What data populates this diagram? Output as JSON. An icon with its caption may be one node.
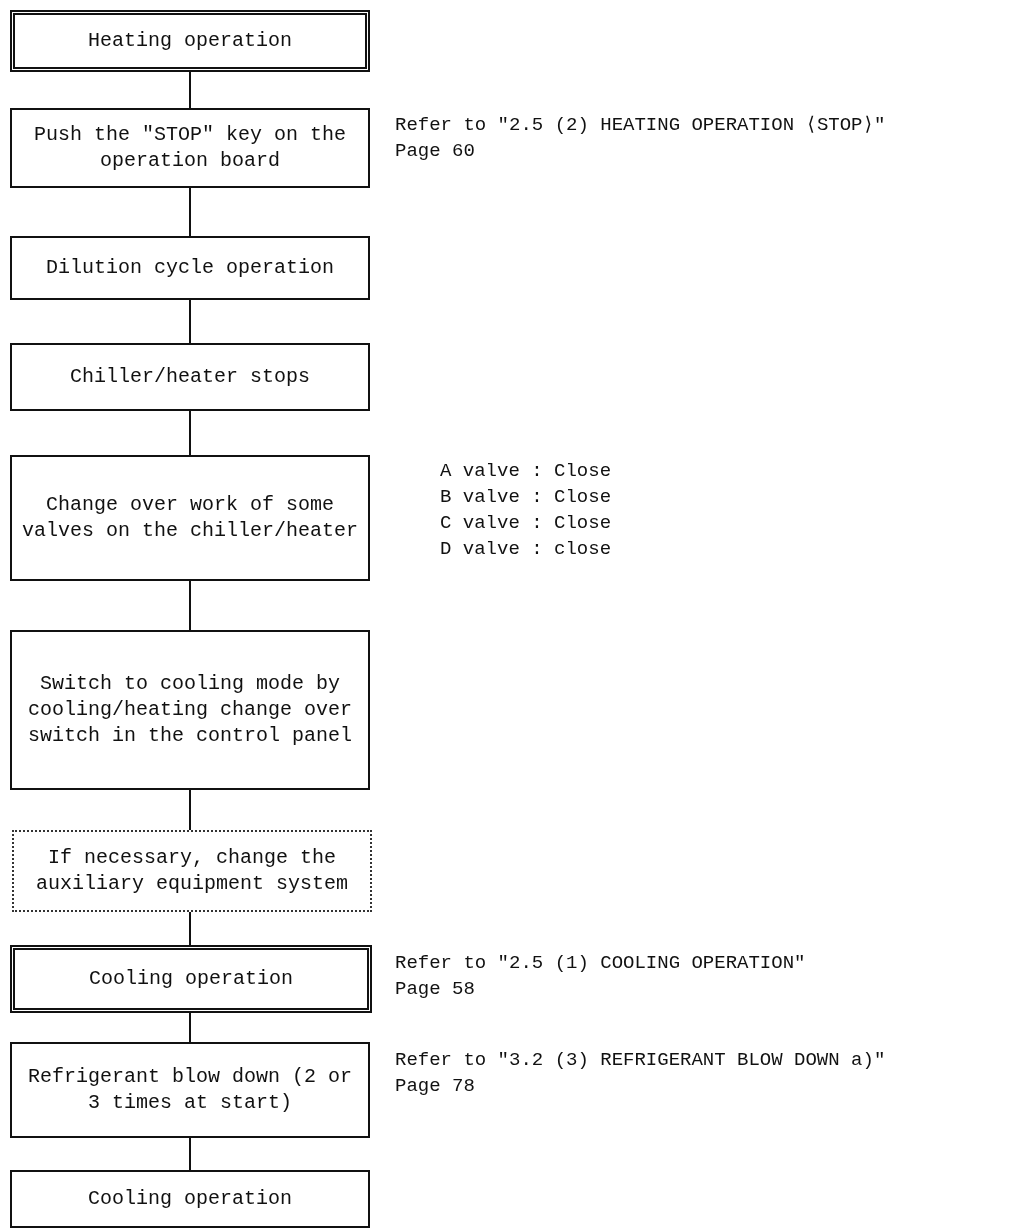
{
  "diagram": {
    "nodes": [
      {
        "text": [
          "Heating operation"
        ]
      },
      {
        "text": [
          "Push the \"STOP\" key on the operation board"
        ],
        "beside": [
          "Refer to \"2.5 (2) HEATING OPERATION ⟨STOP⟩\"",
          "Page 60"
        ]
      },
      {
        "text": [
          "Dilution cycle operation"
        ]
      },
      {
        "text": [
          "Chiller/heater stops"
        ]
      },
      {
        "text": [
          "Change over work of some valves on the chiller/heater"
        ],
        "beside": [
          "A valve : Close",
          "B valve : Close",
          "C valve : Close",
          "D valve : close"
        ]
      },
      {
        "text": [
          "Switch to cooling mode by cooling/heating change over switch in the control panel"
        ]
      },
      {
        "text": [
          "If necessary, change the auxiliary equipment system"
        ]
      },
      {
        "text": [
          "Cooling operation"
        ],
        "beside": [
          "Refer to \"2.5 (1) COOLING OPERATION\"",
          "Page 58"
        ]
      },
      {
        "text": [
          "Refrigerant blow down (2 or 3 times at start)"
        ],
        "beside": [
          "Refer to \"3.2 (3) REFRIGERANT BLOW DOWN a)\"",
          "Page 78"
        ]
      },
      {
        "text": [
          "Cooling operation"
        ]
      }
    ],
    "edges": [
      {
        "from": 0,
        "to": 1,
        "arrow": "none"
      },
      {
        "from": 1,
        "to": 2,
        "arrow": "none"
      },
      {
        "from": 2,
        "to": 3,
        "arrow": "none"
      },
      {
        "from": 3,
        "to": 4,
        "arrow": "none"
      },
      {
        "from": 4,
        "to": 5,
        "arrow": "none"
      },
      {
        "from": 5,
        "to": 6,
        "arrow": "none"
      },
      {
        "from": 6,
        "to": 7,
        "arrow": "none"
      },
      {
        "from": 7,
        "to": 8,
        "arrow": "none"
      },
      {
        "from": 8,
        "to": 9,
        "arrow": "none"
      }
    ]
  }
}
